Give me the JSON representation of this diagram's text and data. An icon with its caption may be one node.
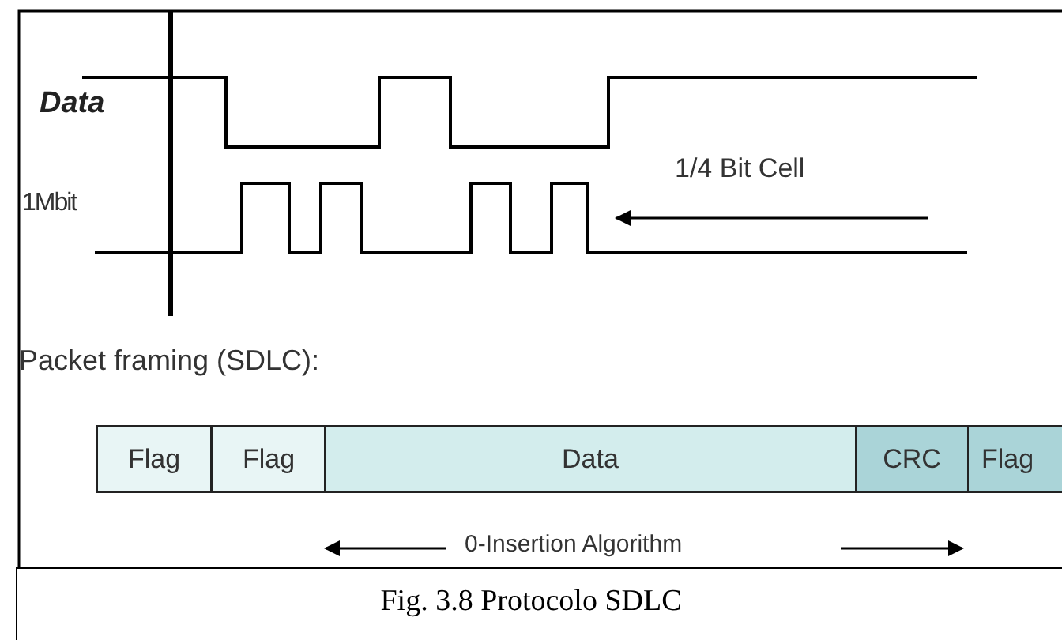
{
  "diagram": {
    "caption": "Fig. 3.8 Protocolo SDLC",
    "nodes": [
      {
        "text": [
          "Flag"
        ]
      },
      {
        "text": [
          "Flag"
        ]
      },
      {
        "text": [
          "Data"
        ]
      },
      {
        "text": [
          "CRC"
        ]
      },
      {
        "text": [
          "Flag"
        ]
      }
    ],
    "edges": [],
    "labels": [
      "Data",
      "1Mbit",
      "1/4 Bit Cell",
      "Packet framing (SDLC):",
      "0-Insertion Algorithm"
    ]
  }
}
